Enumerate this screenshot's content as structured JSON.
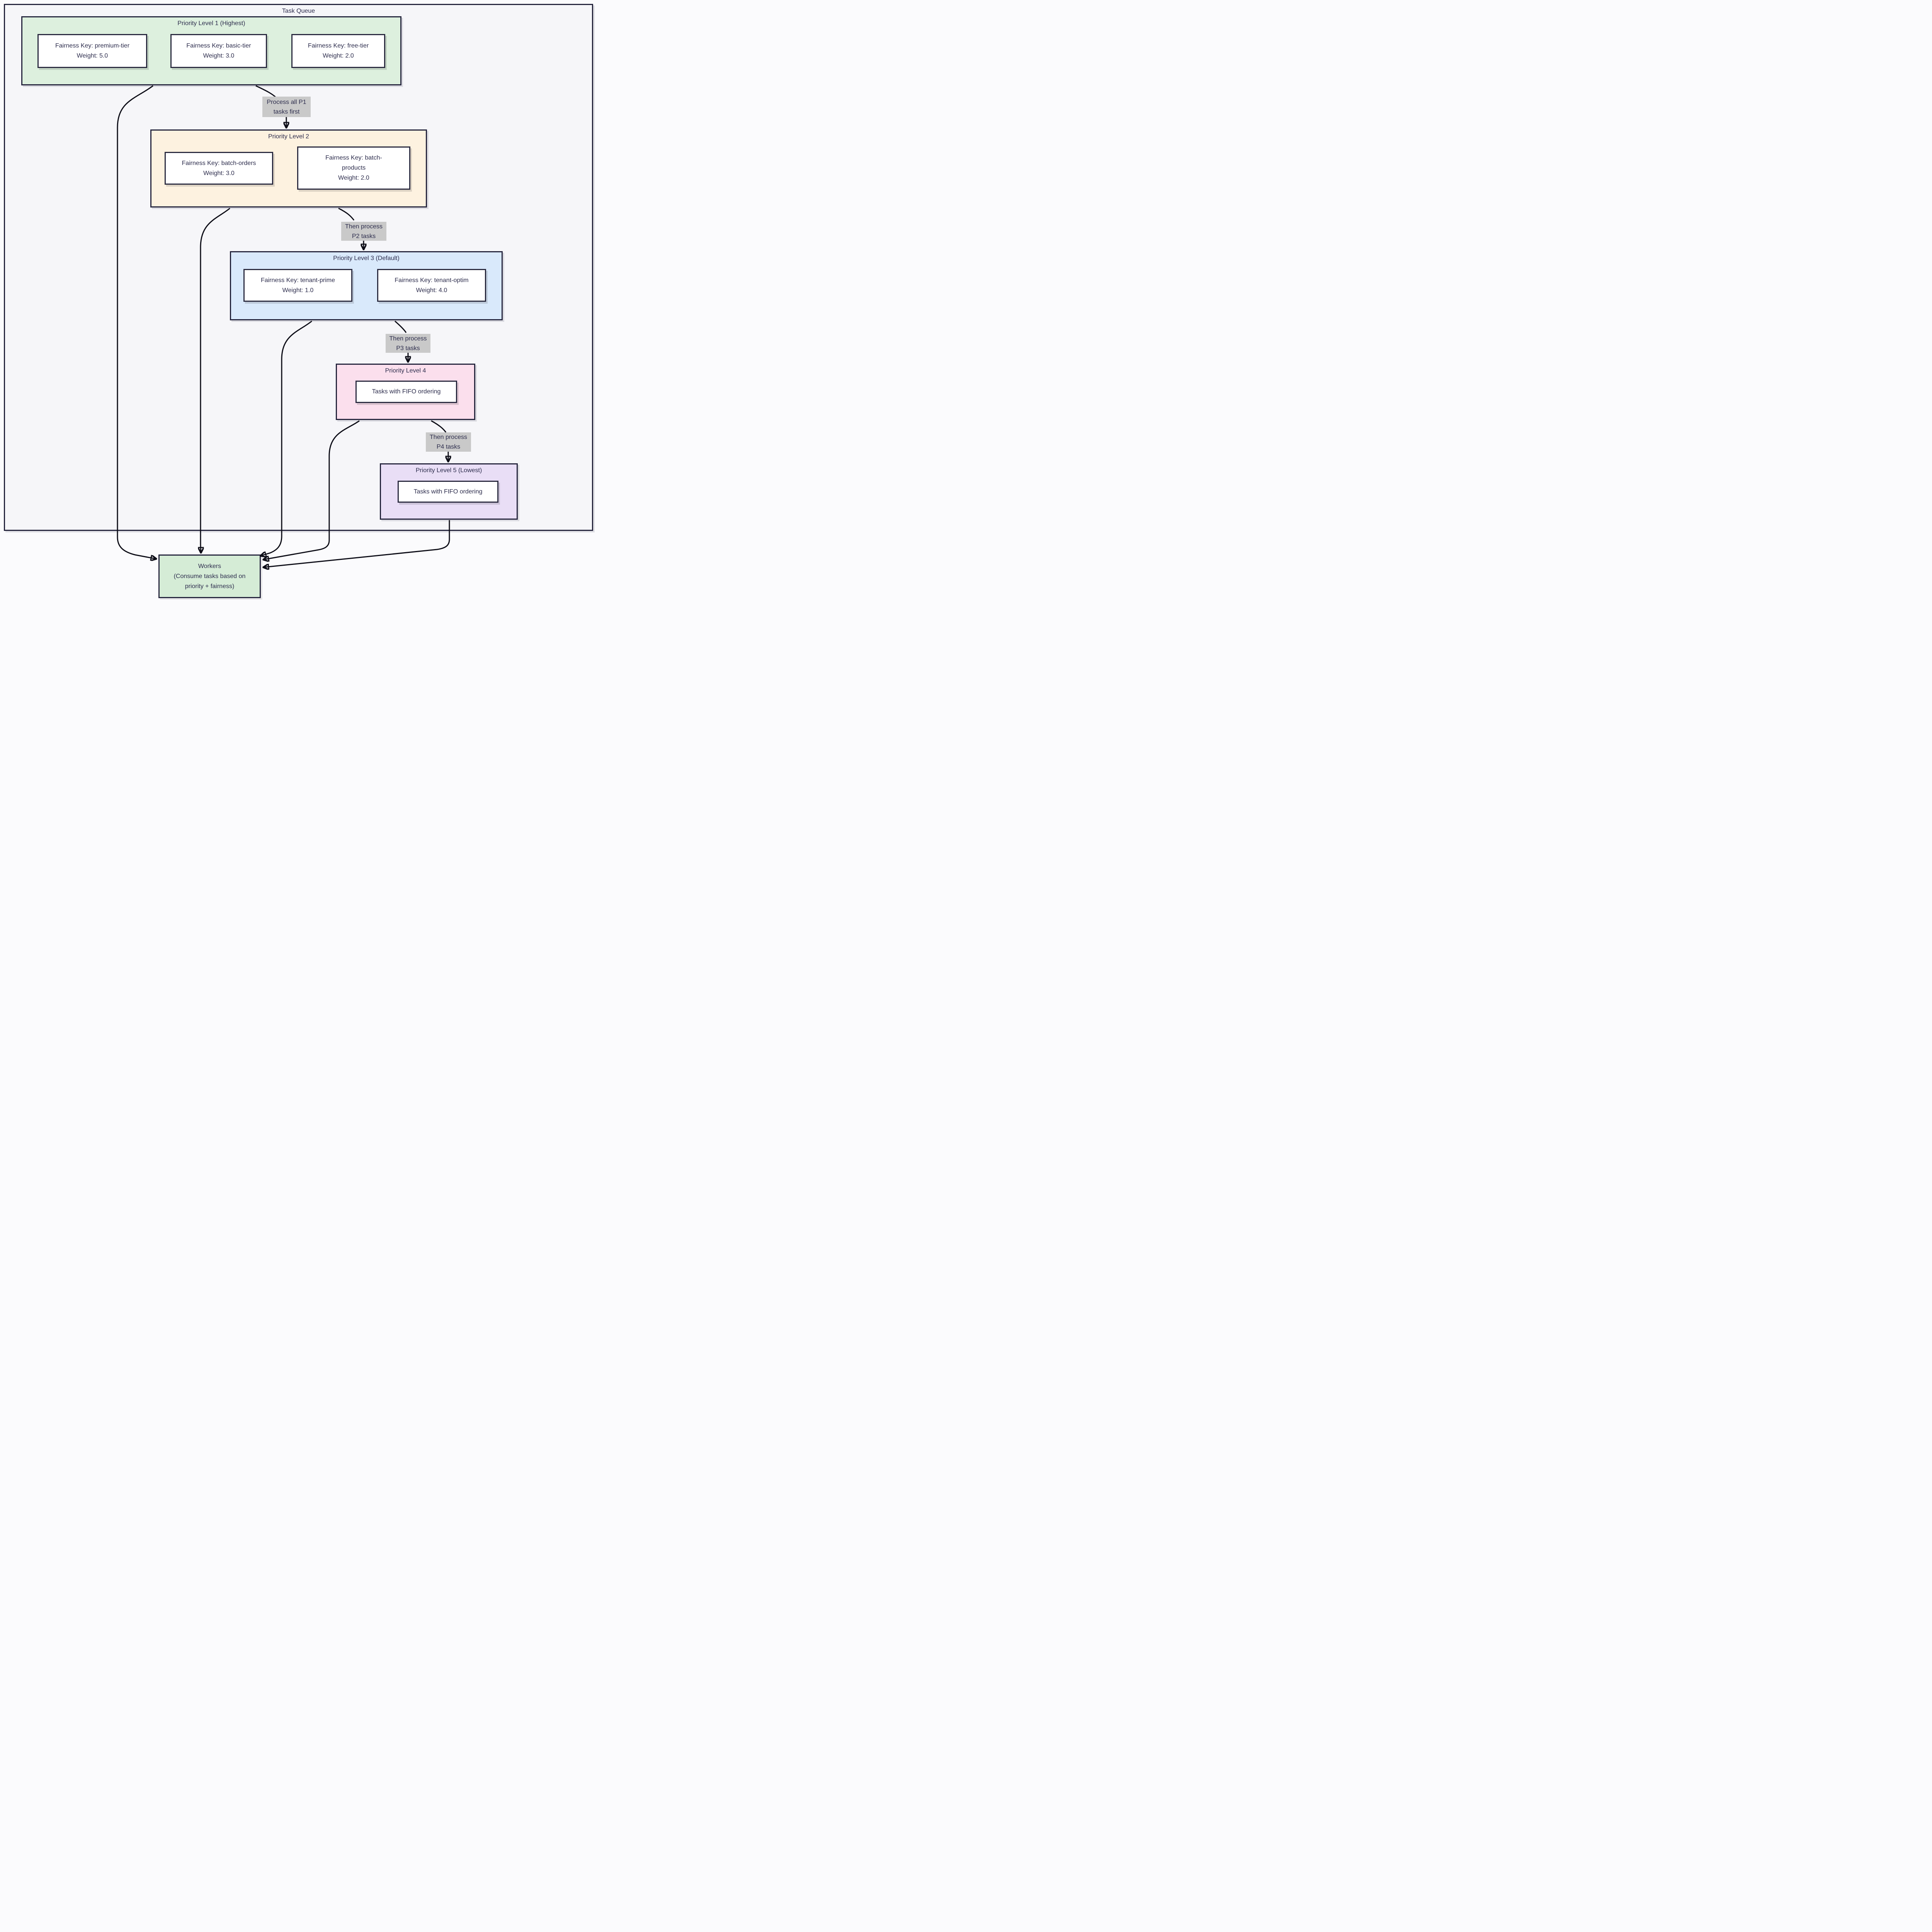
{
  "diagram": {
    "container_title": "Task Queue",
    "levels": {
      "p1": {
        "title": "Priority Level 1 (Highest)",
        "nodes": {
          "premium": {
            "line1": "Fairness Key: premium-tier",
            "line2": "Weight: 5.0"
          },
          "basic": {
            "line1": "Fairness Key: basic-tier",
            "line2": "Weight: 3.0"
          },
          "free": {
            "line1": "Fairness Key: free-tier",
            "line2": "Weight: 2.0"
          }
        }
      },
      "p2": {
        "title": "Priority Level 2",
        "nodes": {
          "batch_orders": {
            "line1": "Fairness Key: batch-orders",
            "line2": "Weight: 3.0"
          },
          "batch_products": {
            "line1": "Fairness Key: batch-",
            "line2": "products",
            "line3": "Weight: 2.0"
          }
        }
      },
      "p3": {
        "title": "Priority Level 3 (Default)",
        "nodes": {
          "tenant_prime": {
            "line1": "Fairness Key: tenant-prime",
            "line2": "Weight: 1.0"
          },
          "tenant_optim": {
            "line1": "Fairness Key: tenant-optim",
            "line2": "Weight: 4.0"
          }
        }
      },
      "p4": {
        "title": "Priority Level 4",
        "nodes": {
          "fifo": {
            "line1": "Tasks with FIFO ordering"
          }
        }
      },
      "p5": {
        "title": "Priority Level 5 (Lowest)",
        "nodes": {
          "fifo": {
            "line1": "Tasks with FIFO ordering"
          }
        }
      }
    },
    "edge_labels": {
      "p1_p2": {
        "line1": "Process all P1",
        "line2": "tasks first"
      },
      "p2_p3": {
        "line1": "Then process",
        "line2": "P2 tasks"
      },
      "p3_p4": {
        "line1": "Then process",
        "line2": "P3 tasks"
      },
      "p4_p5": {
        "line1": "Then process",
        "line2": "P4 tasks"
      }
    },
    "workers": {
      "line1": "Workers",
      "line2": "(Consume tasks based on",
      "line3": "priority + fairness)"
    },
    "colors": {
      "p1_fill": "#ddf0de",
      "p2_fill": "#fdf2e0",
      "p3_fill": "#d9e9fb",
      "p4_fill": "#fbdfed",
      "p5_fill": "#e9def6",
      "workers_fill": "#d5ecd6",
      "container_fill": "#f6f6f9",
      "edge_label_bg": "#c9c9c9",
      "border": "#26263e",
      "edge_stroke": "#0d0d17",
      "text": "#2d2d4d"
    }
  }
}
